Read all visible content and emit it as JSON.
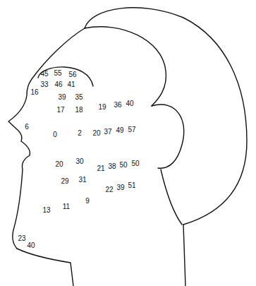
{
  "diagram": {
    "labels": [
      "45",
      "55",
      "56",
      "33",
      "46",
      "41",
      "16",
      "39",
      "35",
      "17",
      "18",
      "19",
      "36",
      "40",
      "6",
      "0",
      "2",
      "20",
      "37",
      "49",
      "57",
      "20",
      "30",
      "21",
      "38",
      "50",
      "50",
      "29",
      "31",
      "22",
      "39",
      "51",
      "13",
      "11",
      "9",
      "23",
      "40"
    ]
  }
}
